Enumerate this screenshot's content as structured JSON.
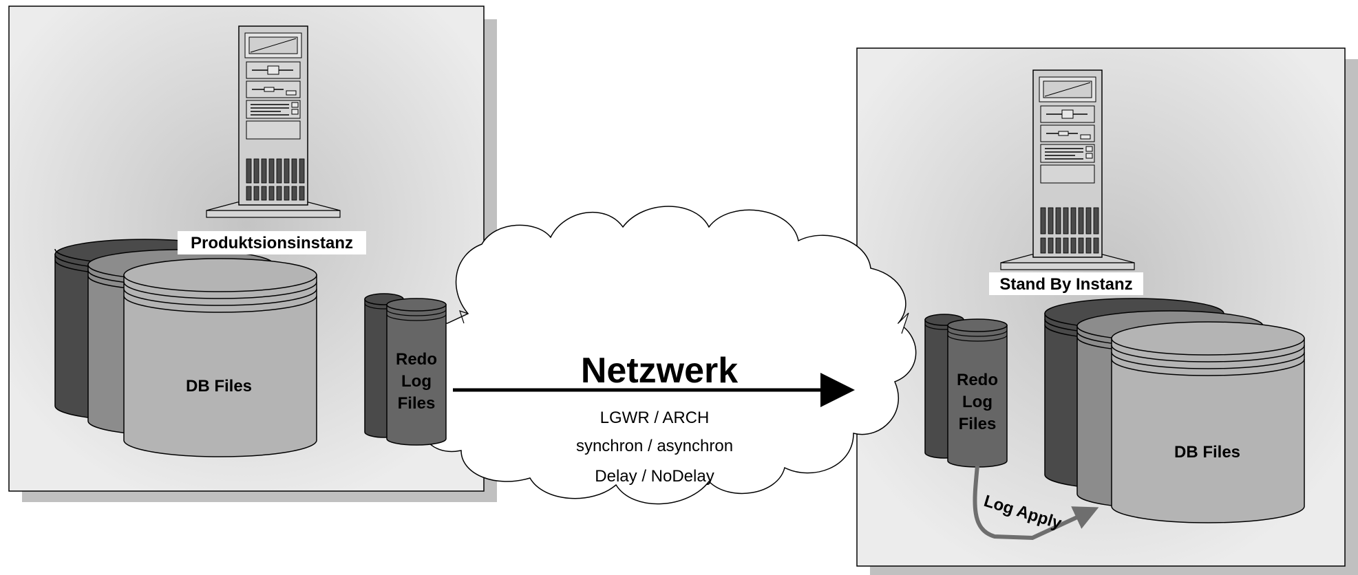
{
  "production": {
    "label": "Produktsionsinstanz",
    "db_files_label": "DB Files",
    "redo_log_label": [
      "Redo",
      "Log",
      "Files"
    ]
  },
  "standby": {
    "label": "Stand By Instanz",
    "db_files_label": "DB Files",
    "redo_log_label": [
      "Redo",
      "Log",
      "Files"
    ],
    "log_apply_label": "Log Apply"
  },
  "network": {
    "title": "Netzwerk",
    "lines": [
      "LGWR /  ARCH",
      "synchron / asynchron",
      "Delay  / NoDelay"
    ]
  },
  "colors": {
    "box_fill": "#e6e6e6",
    "shadow": "#c0c0c0",
    "cyl_dark": "#4a4a4a",
    "cyl_mid": "#8c8c8c",
    "cyl_light": "#b4b4b4",
    "redo_back": "#4a4a4a",
    "redo_front": "#666666",
    "arrow": "#000000",
    "log_apply_arrow": "#6e6e6e"
  }
}
